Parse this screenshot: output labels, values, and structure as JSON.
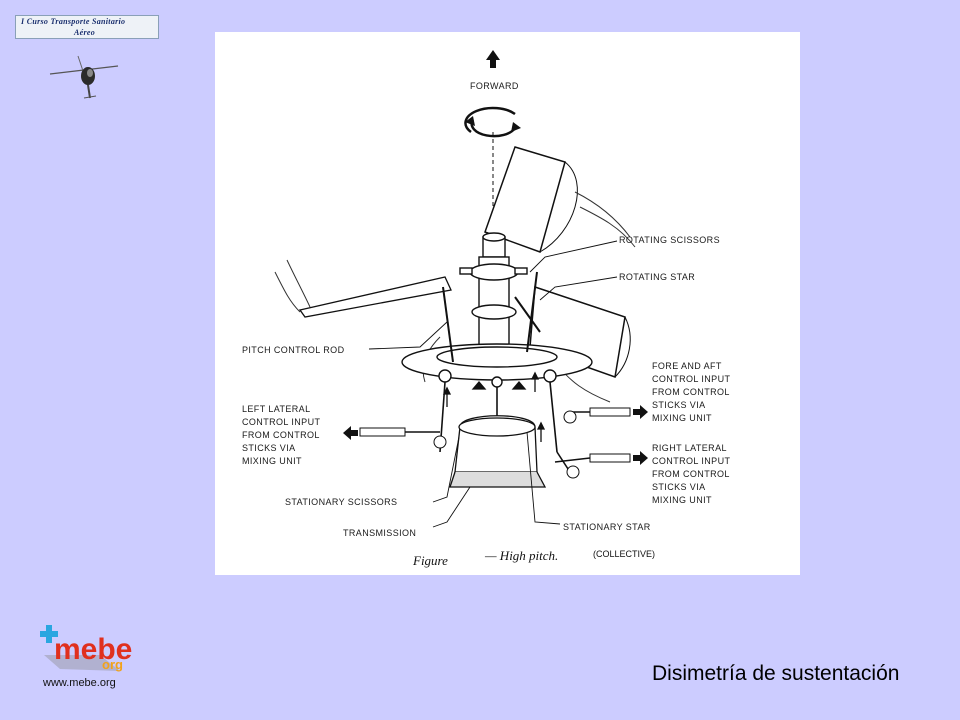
{
  "course_badge": {
    "line1": "I Curso Transporte Sanitario",
    "line2": "Aéreo"
  },
  "figure": {
    "labels": {
      "forward": "FORWARD",
      "rotating_scissors": "ROTATING SCISSORS",
      "rotating_star": "ROTATING STAR",
      "pitch_control_rod": "PITCH CONTROL ROD",
      "fore_aft": [
        "FORE AND AFT",
        "CONTROL INPUT",
        "FROM CONTROL",
        "STICKS VIA",
        "MIXING UNIT"
      ],
      "left_lateral": [
        "LEFT LATERAL",
        "CONTROL INPUT",
        "FROM CONTROL",
        "STICKS VIA",
        "MIXING UNIT"
      ],
      "right_lateral": [
        "RIGHT LATERAL",
        "CONTROL INPUT",
        "FROM CONTROL",
        "STICKS VIA",
        "MIXING UNIT"
      ],
      "stationary_scissors": "STATIONARY SCISSORS",
      "transmission": "TRANSMISSION",
      "stationary_star": "STATIONARY STAR"
    },
    "caption": {
      "figure_word": "Figure",
      "title": "— High  pitch.",
      "note": "(COLLECTIVE)"
    }
  },
  "logo": {
    "text": "mebe",
    "suffix": "org",
    "url": "www.mebe.org"
  },
  "slide_title": "Disimetría de sustentación"
}
